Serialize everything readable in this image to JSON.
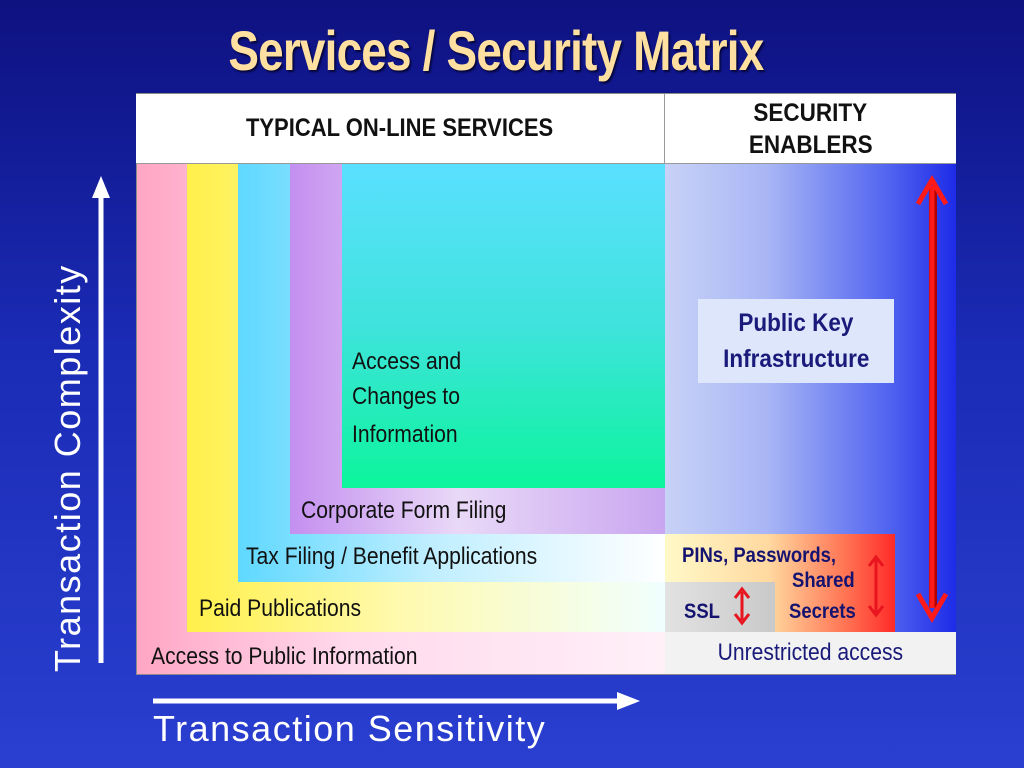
{
  "title": "Services / Security Matrix",
  "headers": {
    "services": "TYPICAL ON-LINE SERVICES",
    "enablers_line1": "SECURITY",
    "enablers_line2": "ENABLERS"
  },
  "services": {
    "public_info": "Access to Public Information",
    "paid_publications": "Paid Publications",
    "tax_filing": "Tax Filing / Benefit Applications",
    "corporate_filing": "Corporate Form Filing",
    "access_changes_line1": "Access and",
    "access_changes_line2": "Changes to",
    "access_changes_line3": "Information"
  },
  "enablers": {
    "pki_line1": "Public Key",
    "pki_line2": "Infrastructure",
    "pins_line1": "PINs, Passwords,",
    "pins_line2": "Shared",
    "pins_line3": "Secrets",
    "ssl": "SSL",
    "unrestricted": "Unrestricted access"
  },
  "axes": {
    "y_label": "Transaction Complexity",
    "x_label": "Transaction Sensitivity"
  },
  "colors": {
    "title": "#ffe0a0",
    "background": "#1a2bb5",
    "arrow_red": "#e8141e",
    "text_navy": "#1a1a7a"
  },
  "icons": {
    "axis_arrows": "arrow-up-icon / arrow-right-icon",
    "range_arrows": "double-arrow-vertical-icon"
  }
}
